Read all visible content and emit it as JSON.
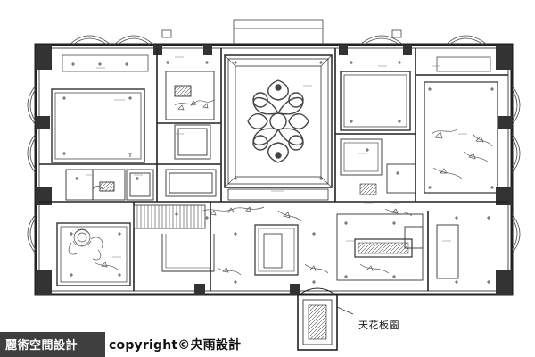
{
  "plan": {
    "title": "天花板圖"
  },
  "footer": {
    "brand": "麗術空間設計",
    "copyright": "copyright©央雨設計"
  }
}
